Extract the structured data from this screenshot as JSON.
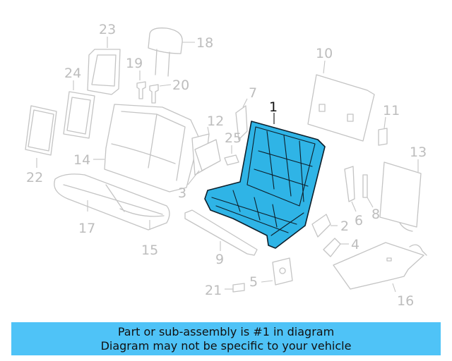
{
  "diagram": {
    "highlight_color": "#2fb4e6",
    "callouts": [
      {
        "id": "1",
        "label": "1",
        "active": true
      },
      {
        "id": "2",
        "label": "2"
      },
      {
        "id": "3",
        "label": "3"
      },
      {
        "id": "4",
        "label": "4"
      },
      {
        "id": "5",
        "label": "5"
      },
      {
        "id": "6",
        "label": "6"
      },
      {
        "id": "7",
        "label": "7"
      },
      {
        "id": "8",
        "label": "8"
      },
      {
        "id": "9",
        "label": "9"
      },
      {
        "id": "10",
        "label": "10"
      },
      {
        "id": "11",
        "label": "11"
      },
      {
        "id": "12",
        "label": "12"
      },
      {
        "id": "13",
        "label": "13"
      },
      {
        "id": "14",
        "label": "14"
      },
      {
        "id": "15",
        "label": "15"
      },
      {
        "id": "16",
        "label": "16"
      },
      {
        "id": "17",
        "label": "17"
      },
      {
        "id": "18",
        "label": "18"
      },
      {
        "id": "19",
        "label": "19"
      },
      {
        "id": "20",
        "label": "20"
      },
      {
        "id": "21",
        "label": "21"
      },
      {
        "id": "22",
        "label": "22"
      },
      {
        "id": "23",
        "label": "23"
      },
      {
        "id": "24",
        "label": "24"
      },
      {
        "id": "25",
        "label": "25"
      }
    ]
  },
  "banner": {
    "color": "#4fc3f7",
    "line1": "Part or sub-assembly is #1 in diagram",
    "line2": "Diagram may not be specific to your vehicle"
  }
}
